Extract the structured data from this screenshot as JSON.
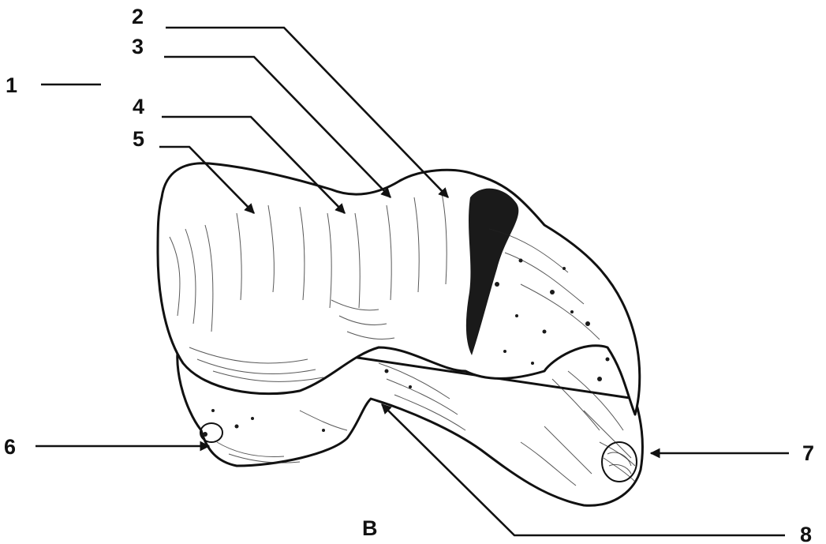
{
  "figure": {
    "panel_letter": "B",
    "callouts": [
      {
        "id": "1",
        "label": "1"
      },
      {
        "id": "2",
        "label": "2"
      },
      {
        "id": "3",
        "label": "3"
      },
      {
        "id": "4",
        "label": "4"
      },
      {
        "id": "5",
        "label": "5"
      },
      {
        "id": "6",
        "label": "6"
      },
      {
        "id": "7",
        "label": "7"
      },
      {
        "id": "8",
        "label": "8"
      }
    ]
  }
}
